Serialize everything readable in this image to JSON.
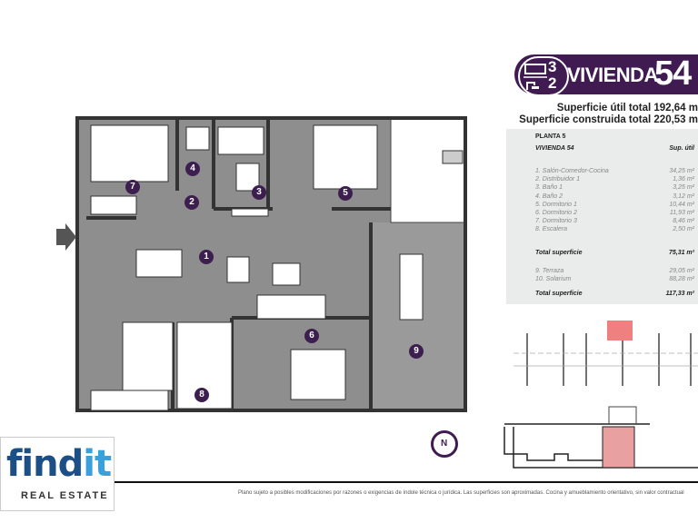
{
  "header": {
    "bedrooms": "3",
    "bathrooms": "2",
    "title": "VIVIENDA",
    "number": "54",
    "superficie_util": "Superficie útil total 192,64 m",
    "superficie_construida": "Superficie construida total 220,53 m"
  },
  "table": {
    "planta": "PLANTA 5",
    "vivienda": "VIVIENDA 54",
    "col_header": "Sup. útil",
    "rooms": [
      {
        "name": "1. Salón-Comedor-Cocina",
        "area": "34,25 m²"
      },
      {
        "name": "2. Distribuidor 1",
        "area": "1,36 m²"
      },
      {
        "name": "3. Baño 1",
        "area": "3,25 m²"
      },
      {
        "name": "4. Baño 2",
        "area": "3,12 m²"
      },
      {
        "name": "5. Dormitorio 1",
        "area": "10,44 m²"
      },
      {
        "name": "6. Dormitorio 2",
        "area": "11,93 m²"
      },
      {
        "name": "7. Dormitorio 3",
        "area": "8,46 m²"
      },
      {
        "name": "8. Escalera",
        "area": "2,50 m²"
      }
    ],
    "total1_label": "Total superficie",
    "total1": "75,31 m²",
    "extras": [
      {
        "name": "9. Terraza",
        "area": "29,05 m²"
      },
      {
        "name": "10. Solarium",
        "area": "88,28 m²"
      }
    ],
    "total2_label": "Total superficie",
    "total2": "117,33 m²"
  },
  "plan": {
    "room_numbers": [
      "1",
      "2",
      "3",
      "4",
      "5",
      "6",
      "7",
      "8",
      "9"
    ],
    "compass": "N"
  },
  "colors": {
    "brand": "#3f1b52",
    "highlight": "#f08080",
    "floor": "#8e8e8e"
  },
  "logo": {
    "word1": "find",
    "word2": "it",
    "tagline": "REAL ESTATE"
  },
  "footer": {
    "disclaimer": "Plano sujeto a posibles modificaciones por razones o exigencias de índole técnica o jurídica. Las superficies son aproximadas. Cocina y amueblamiento orientativo, sin valor contractual"
  }
}
